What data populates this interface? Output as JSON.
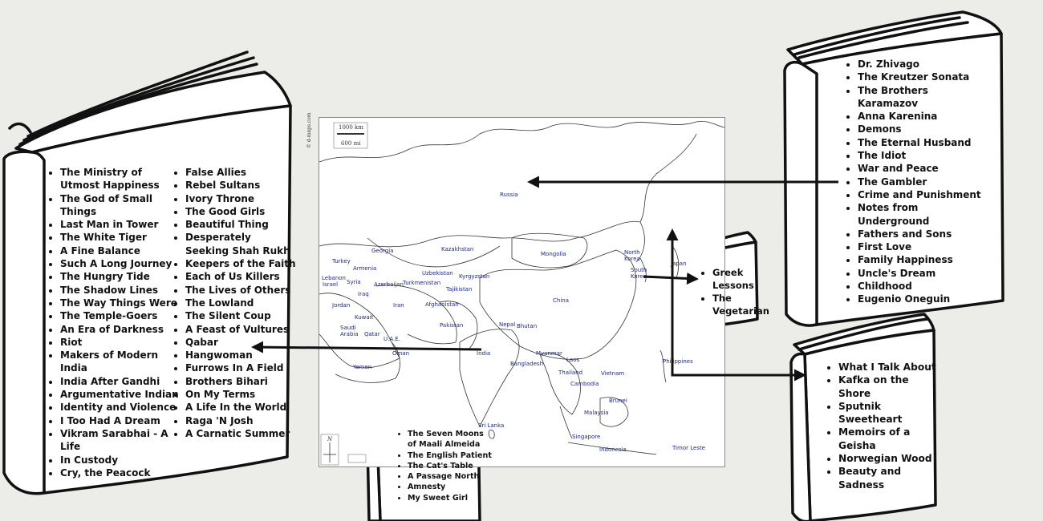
{
  "map": {
    "credit": "© d-maps.com",
    "scale_km": "1000 km",
    "scale_mi": "600 mi",
    "north": "N",
    "labels": {
      "russia": "Russia",
      "kazakhstan": "Kazakhstan",
      "mongolia": "Mongolia",
      "north_korea": "North Korea",
      "south_korea": "South Korea",
      "japan": "Japan",
      "georgia": "Georgia",
      "armenia": "Armenia",
      "turkey": "Turkey",
      "lebanon": "Lebanon",
      "syria": "Syria",
      "israel": "Israel",
      "azerbaijan": "Azerbaijan",
      "turkmenistan": "Turkmenistan",
      "uzbekistan": "Uzbekistan",
      "kyrgyzstan": "Kyrgyzstan",
      "tajikistan": "Tajikistan",
      "iraq": "Iraq",
      "iran": "Iran",
      "jordan": "Jordan",
      "afghanistan": "Afghanistan",
      "kuwait": "Kuwait",
      "pakistan": "Pakistan",
      "china": "China",
      "saudi_arabia": "Saudi Arabia",
      "qatar": "Qatar",
      "uae": "U.A.E.",
      "oman": "Oman",
      "yemen": "Yemen",
      "nepal": "Nepal",
      "bhutan": "Bhutan",
      "india": "India",
      "bangladesh": "Bangladesh",
      "myanmar": "Myanmar",
      "laos": "Laos",
      "thailand": "Thailand",
      "vietnam": "Vietnam",
      "cambodia": "Cambodia",
      "philippines": "Philippines",
      "brunei": "Brunei",
      "malaysia": "Malaysia",
      "singapore": "Singapore",
      "sri_lanka": "Sri Lanka",
      "indonesia": "Indonesia",
      "timor_leste": "Timor Leste"
    }
  },
  "books": {
    "india_col1": [
      "The Ministry of Utmost Happiness",
      "The God of Small Things",
      "Last Man in Tower",
      "The White Tiger",
      "A Fine Balance",
      "Such A Long Journey",
      "The Hungry Tide",
      "The Shadow Lines",
      "The Way Things Were",
      "The Temple-Goers",
      "An Era of Darkness",
      "Riot",
      "Makers of Modern India",
      "India After Gandhi",
      "Argumentative Indian",
      "Identity and Violence",
      "I Too Had A Dream",
      "Vikram Sarabhai - A Life",
      "In Custody",
      "Cry, the Peacock"
    ],
    "india_col2": [
      "False Allies",
      "Rebel Sultans",
      "Ivory Throne",
      "The Good Girls",
      "Beautiful Thing",
      "Desperately Seeking Shah Rukh",
      "Keepers of the Faith",
      "Each of Us Killers",
      "The Lives of Others",
      "The Lowland",
      "The Silent Coup",
      "A Feast of Vultures",
      "Qabar",
      "Hangwoman",
      "Furrows In A Field",
      "Brothers Bihari",
      "On My Terms",
      "A Life In the World",
      "Raga 'N Josh",
      "A Carnatic Summer"
    ],
    "russia": [
      "Dr. Zhivago",
      "The Kreutzer Sonata",
      "The Brothers Karamazov",
      "Anna Karenina",
      "Demons",
      "The Eternal Husband",
      "The Idiot",
      "War and Peace",
      "The Gambler",
      "Crime and Punishment",
      "Notes from Underground",
      "Fathers and Sons",
      "First Love",
      "Family Happiness",
      "Uncle's Dream",
      "Childhood",
      "Eugenio Oneguin"
    ],
    "korea": [
      "Greek Lessons",
      "The Vegetarian"
    ],
    "japan": [
      "What I Talk About",
      "Kafka on the Shore",
      "Sputnik Sweetheart",
      "Memoirs of a Geisha",
      "Norwegian Wood",
      "Beauty and Sadness"
    ],
    "sri_lanka": [
      "The Seven Moons of Maali Almeida",
      "The English Patient",
      "The Cat's Table",
      "A Passage North",
      "Amnesty",
      "My Sweet Girl"
    ]
  }
}
